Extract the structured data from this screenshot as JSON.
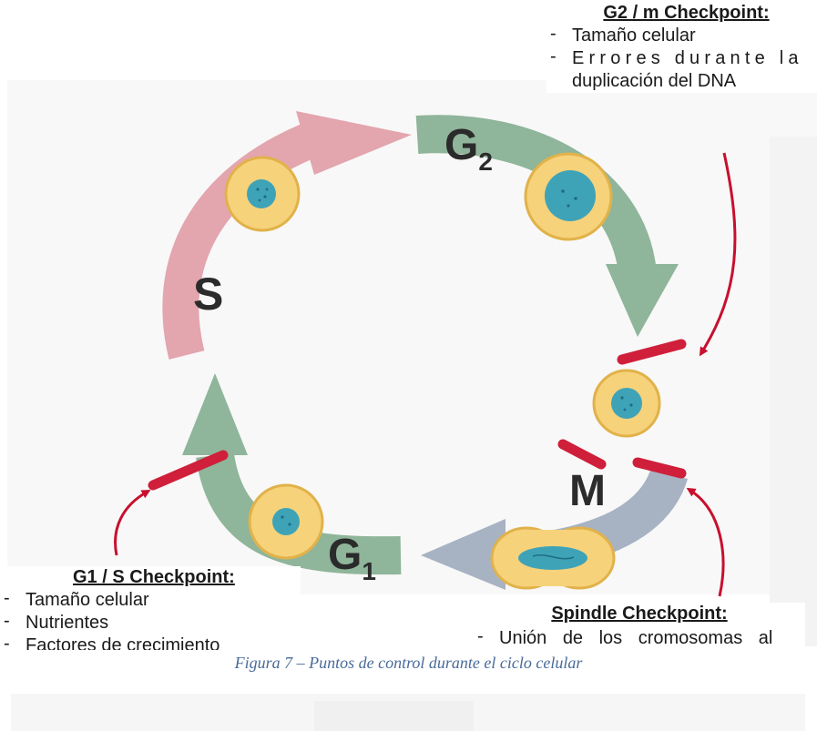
{
  "phases": {
    "s": "S",
    "g2_letter": "G",
    "g2_sub": "2",
    "m": "M",
    "g1_letter": "G",
    "g1_sub": "1"
  },
  "checkpoints": {
    "g2m": {
      "title": "G2 / m Checkpoint:",
      "items": [
        "Tamaño celular",
        "Errores durante la",
        "duplicación del DNA"
      ]
    },
    "g1s": {
      "title": "G1 / S Checkpoint:",
      "items": [
        "Tamaño celular",
        "Nutrientes",
        "Factores de crecimiento"
      ]
    },
    "spindle": {
      "title": "Spindle  Checkpoint:",
      "items": [
        "Unión de los cromosomas al"
      ]
    }
  },
  "caption": "Figura 7 – Puntos de control durante el ciclo celular",
  "colors": {
    "s_phase": "#e3a5ae",
    "g2_phase": "#8fb59a",
    "m_phase": "#a7b2c3",
    "g1_phase": "#8fb59a",
    "checkpoint_bar": "#cf1f3a",
    "cell_fill": "#f6d27a",
    "cell_border": "#e1b24a",
    "nucleus": "#3fa3b8"
  }
}
